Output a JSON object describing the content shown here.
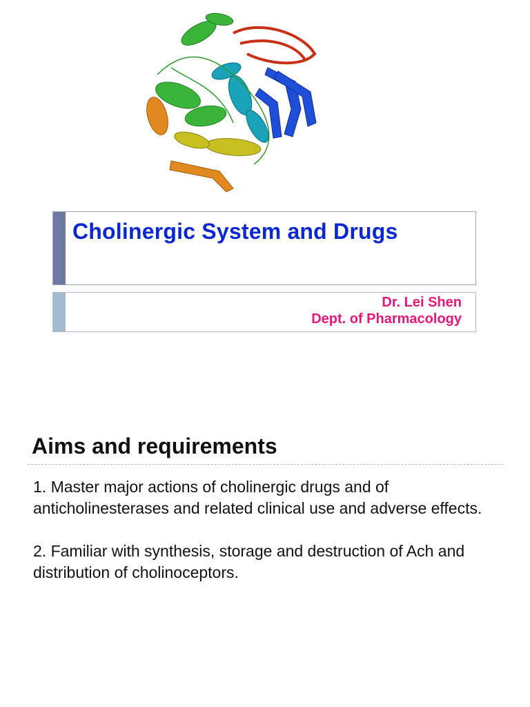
{
  "slide1": {
    "image": {
      "icon": "protein-ribbon-structure",
      "colors": [
        "#1f4fd8",
        "#1aa3b8",
        "#3ab53a",
        "#c8c020",
        "#e08a20",
        "#c83018"
      ]
    },
    "title": "Cholinergic System and Drugs",
    "author": "Dr. Lei Shen",
    "department": "Dept. of Pharmacology",
    "colors": {
      "title": "#0a28d2",
      "author": "#e4177a",
      "title_bar": "#6f7aa3",
      "author_bar": "#a3bcd2"
    }
  },
  "slide2": {
    "heading": "Aims and requirements",
    "items": [
      "1. Master major actions of cholinergic drugs and of anticholinesterases and related clinical use and adverse effects.",
      "2. Familiar with synthesis, storage and destruction of Ach and distribution of cholinoceptors."
    ]
  }
}
